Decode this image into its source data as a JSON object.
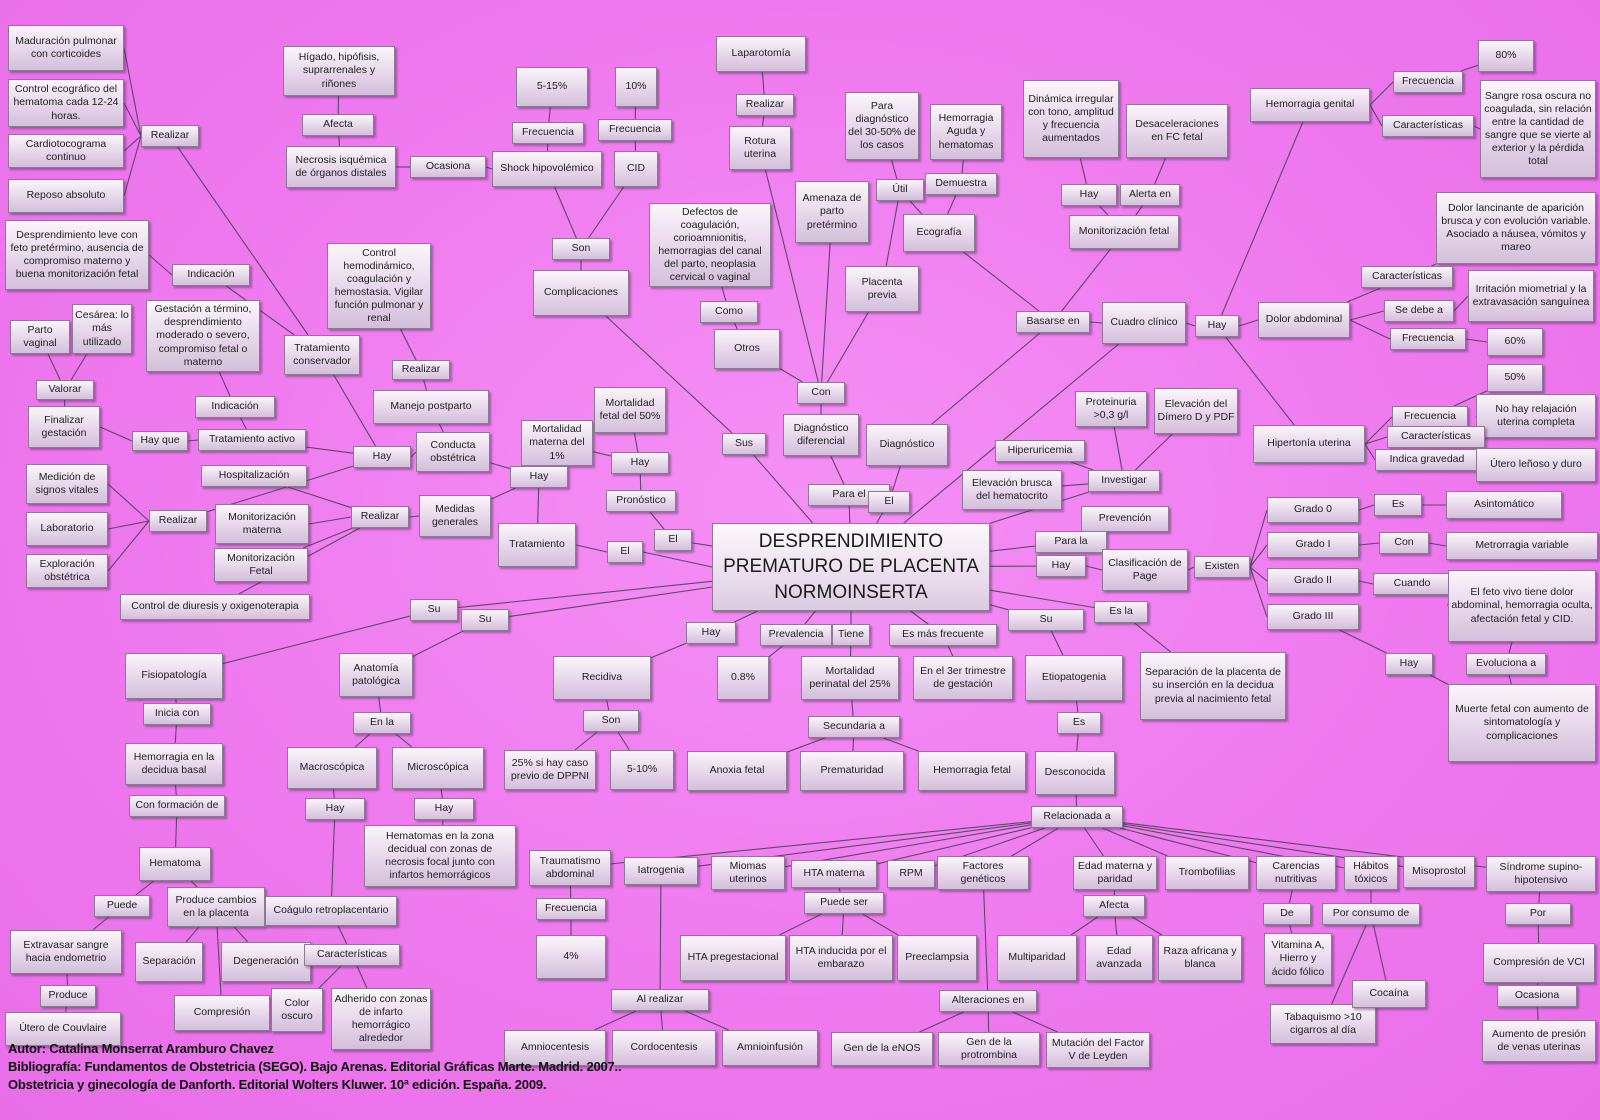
{
  "diagram": {
    "title": "DESPRENDIMIENTO PREMATURO DE PLACENTA NORMOINSERTA",
    "nodes": {
      "n1": "Maduración pulmonar con corticoides",
      "n2": "Control ecográfico del hematoma cada 12-24 horas.",
      "n3": "Cardiotocograma continuo",
      "n4": "Reposo absoluto",
      "n5": "Realizar",
      "n6": "Desprendimiento leve con feto pretérmino, ausencia de compromiso materno y buena monitorización fetal",
      "n7": "Indicación",
      "n8": "Parto vaginal",
      "n9": "Cesárea: lo más utilizado",
      "n10": "Valorar",
      "n11": "Finalizar gestación",
      "n12": "Hay que",
      "n13": "Gestación a término, desprendimiento moderado o severo, compromiso fetal o materno",
      "n14": "Indicación",
      "n15": "Tratamiento activo",
      "n16": "Tratamiento conservador",
      "n17": "Control hemodinámico, coagulación y hemostasia. Vigilar función pulmonar y renal",
      "n18": "Realizar",
      "n19": "Manejo postparto",
      "n20": "Hay",
      "n21": "Conducta obstétrica",
      "n22": "Medición de signos vitales",
      "n23": "Laboratorio",
      "n24": "Exploración obstétrica",
      "n25": "Realizar",
      "n26": "Hospitalización",
      "n27": "Monitorización materna",
      "n28": "Monitorización Fetal",
      "n29": "Realizar",
      "n30": "Medidas generales",
      "n31": "Control de diuresis y oxigenoterapia",
      "n32": "Hígado, hipófisis, suprarrenales y riñones",
      "n33": "Afecta",
      "n34": "Necrosis isquémica de órganos distales",
      "n35": "Ocasiona",
      "n36": "Shock hipovolémico",
      "n37": "5-15%",
      "n38": "Frecuencia",
      "n39": "10%",
      "n40": "Frecuencia",
      "n41": "CID",
      "n42": "Son",
      "n43": "Complicaciones",
      "n44": "Laparotomía",
      "n45": "Realizar",
      "n46": "Rotura uterina",
      "n47": "Defectos de coagulación, corioamnionitis, hemorragias del canal del parto, neoplasia cervical o vaginal",
      "n48": "Como",
      "n49": "Otros",
      "n50": "Amenaza de parto pretérmino",
      "n51": "Para diagnóstico del 30-50% de los casos",
      "n52": "Útil",
      "n53": "Hemorragia Aguda y hematomas",
      "n54": "Demuestra",
      "n55": "Ecografía",
      "n56": "Placenta previa",
      "n57": "Con",
      "n58": "Diagnóstico diferencial",
      "n59": "Diagnóstico",
      "n60": "Para el",
      "n61": "El",
      "n62": "Sus",
      "n63": "Mortalidad materna del 1%",
      "n64": "Mortalidad fetal del 50%",
      "n65": "Hay",
      "n66": "Hay",
      "n67": "Pronóstico",
      "n68": "Tratamiento",
      "n69": "El",
      "n70": "El",
      "n71": "Dinámica irregular con tono, amplitud y frecuencia aumentados",
      "n72": "Desaceleraciones en FC fetal",
      "n73": "Hay",
      "n74": "Alerta en",
      "n75": "Monitorización fetal",
      "n76": "Basarse en",
      "n77": "Cuadro clínico",
      "n78": "Hay",
      "n79": "Hemorragia genital",
      "n80": "Frecuencia",
      "n81": "80%",
      "n82": "Características",
      "n83": "Sangre rosa oscura no coagulada, sin relación entre la cantidad de sangre que se vierte al exterior y la pérdida total",
      "n84": "Dolor lancinante de aparición brusca y con evolución variable. Asociado a náusea, vómitos y mareo",
      "n85": "Características",
      "n86": "Irritación miometrial y la extravasación sanguínea",
      "n87": "Se debe a",
      "n88": "Dolor abdominal",
      "n89": "Frecuencia",
      "n90": "60%",
      "n91": "50%",
      "n92": "Frecuencia",
      "n93": "No hay relajación uterina completa",
      "n94": "Características",
      "n95": "Hipertonía uterina",
      "n96": "Indica gravedad",
      "n97": "Útero leñoso y duro",
      "n98": "Proteinuria >0,3 g/l",
      "n99": "Elevación del Dímero D y PDF",
      "n100": "Hiperuricemia",
      "n101": "Investigar",
      "n102": "Elevación brusca del hematocrito",
      "n103": "Prevención",
      "n104": "Para la",
      "n105": "Hay",
      "n106": "Clasificación de Page",
      "n107": "Existen",
      "n108": "Grado 0",
      "n109": "Es",
      "n110": "Asintomático",
      "n111": "Grado I",
      "n112": "Con",
      "n113": "Metrorragia variable",
      "n114": "Grado II",
      "n115": "Cuando",
      "n116": "El feto vivo tiene dolor abdominal, hemorragia oculta, afectación fetal y CID.",
      "n117": "Grado III",
      "n118": "Evoluciona a",
      "n119": "Hay",
      "n120": "Muerte fetal con aumento de sintomatología y complicaciones",
      "n121": "Es la",
      "n122": "Separación de la placenta de su inserción en la decidua previa al nacimiento fetal",
      "n123": "Su",
      "n124": "Su",
      "n125": "Fisiopatología",
      "n126": "Inicia con",
      "n127": "Hemorragia en la decidua basal",
      "n128": "Con formación de",
      "n129": "Hematoma",
      "n130": "Puede",
      "n131": "Produce cambios en la placenta",
      "n132": "Extravasar sangre hacia endometrio",
      "n133": "Separación",
      "n134": "Degeneración",
      "n135": "Produce",
      "n136": "Compresión",
      "n137": "Útero de Couvlaire",
      "n138": "Anatomía patológica",
      "n139": "En la",
      "n140": "Macroscópica",
      "n141": "Microscópica",
      "n142": "Hay",
      "n143": "Hay",
      "n144": "Hematomas en la zona decidual con zonas de necrosis focal junto con infartos hemorrágicos",
      "n145": "Coágulo retroplacentario",
      "n146": "Características",
      "n147": "Color oscuro",
      "n148": "Adherido con zonas de infarto hemorrágico alrededor",
      "n149": "Hay",
      "n150": "Recidiva",
      "n151": "Son",
      "n152": "25% si hay caso previo de DPPNI",
      "n153": "5-10%",
      "n154": "Prevalencia",
      "n155": "0.8%",
      "n156": "Tiene",
      "n157": "Mortalidad perinatal del 25%",
      "n158": "Es más frecuente",
      "n159": "En el 3er trimestre de gestación",
      "n160": "Secundaria a",
      "n161": "Anoxia fetal",
      "n162": "Prematuridad",
      "n163": "Hemorragia fetal",
      "n164": "Su",
      "n165": "Etiopatogenia",
      "n166": "Es",
      "n167": "Desconocida",
      "n168": "Relacionada a",
      "n169": "Traumatismo abdominal",
      "n170": "Frecuencia",
      "n171": "4%",
      "n172": "Iatrogenia",
      "n173": "Al realizar",
      "n174": "Amniocentesis",
      "n175": "Cordocentesis",
      "n176": "Amnioinfusión",
      "n177": "Miomas uterinos",
      "n178": "HTA materna",
      "n179": "Puede ser",
      "n180": "HTA pregestacional",
      "n181": "HTA inducida por el embarazo",
      "n182": "Preeclampsia",
      "n183": "RPM",
      "n184": "Factores genéticos",
      "n185": "Alteraciones en",
      "n186": "Gen de la eNOS",
      "n187": "Gen de la protrombina",
      "n188": "Mutación del Factor V de Leyden",
      "n189": "Edad materna y paridad",
      "n190": "Afecta",
      "n191": "Multiparidad",
      "n192": "Edad avanzada",
      "n193": "Raza africana y blanca",
      "n194": "Trombofilias",
      "n195": "Carencias nutritivas",
      "n196": "De",
      "n197": "Vitamina A, Hierro y ácido fólico",
      "n198": "Hábitos tóxicos",
      "n199": "Por consumo de",
      "n200": "Tabaquismo >10 cigarros al día",
      "n201": "Cocaína",
      "n202": "Misoprostol",
      "n203": "Síndrome supino-hipotensivo",
      "n204": "Por",
      "n205": "Compresión de VCI",
      "n206": "Ocasiona",
      "n207": "Aumento de presión de venas uterinas"
    }
  },
  "footer": {
    "author": "Autor: Catalina Monserrat Aramburo Chavez",
    "bib1": "Bibliografía: Fundamentos de Obstetricia (SEGO). Bajo Arenas. Editorial Gráficas Marte. Madrid. 2007..",
    "bib2": "Obstetricia y ginecología de Danforth. Editorial Wolters Kluwer. 10ª edición. España. 2009."
  }
}
